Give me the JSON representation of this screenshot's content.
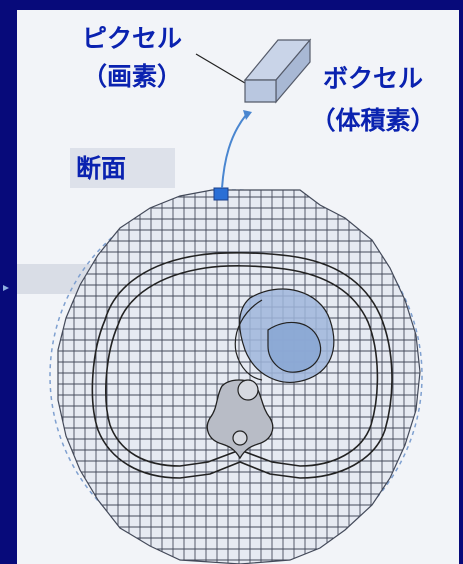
{
  "labels": {
    "pixel": "ピクセル",
    "pixel_sub": "（画素）",
    "voxel": "ボクセル",
    "voxel_sub": "（体積素）",
    "section": "断面"
  },
  "colors": {
    "background": "#070a7a",
    "panel": "#f2f4f8",
    "label_text": "#0a22b0",
    "grid_fill": "#e6eaf2",
    "grid_line": "#444a5a",
    "heart_fill": "#9fb6dc",
    "highlight_voxel": "#2a6fd6",
    "arrow": "#4a86d0",
    "dashed_circle": "#7fa0d0"
  },
  "icons": {
    "side_marker": "arrow-right-icon"
  }
}
